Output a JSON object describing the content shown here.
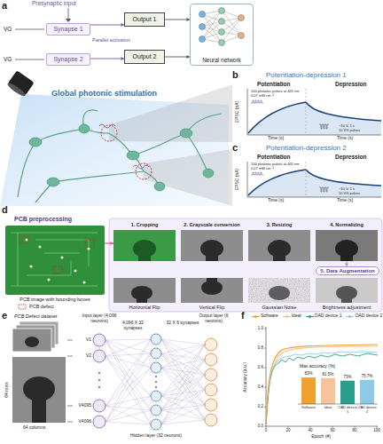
{
  "diagram": {
    "nodes": [
      {
        "text": [
          "Synapse 1"
        ]
      },
      {
        "text": [
          "Synapse 2"
        ]
      },
      {
        "text": [
          "Output 1"
        ]
      },
      {
        "text": [
          "Output 2"
        ]
      },
      {
        "text": [
          "Neural network"
        ]
      },
      {
        "text": [
          "PCB image with bounding boxes"
        ]
      },
      {
        "text": [
          "1. Cropping"
        ]
      },
      {
        "text": [
          "2. Grayscale conversion"
        ]
      },
      {
        "text": [
          "3. Resizing"
        ]
      },
      {
        "text": [
          "4. Normalizing"
        ]
      },
      {
        "text": [
          "5. Data Augmentation"
        ]
      },
      {
        "text": [
          "Horizontal Flip"
        ]
      },
      {
        "text": [
          "Vertical Flip"
        ]
      },
      {
        "text": [
          "Gaussian Noise"
        ]
      },
      {
        "text": [
          "Brightness adjustment"
        ]
      }
    ],
    "edges": [
      {
        "from": 0,
        "to": 2,
        "arrow": "to"
      },
      {
        "from": 1,
        "to": 3,
        "arrow": "to"
      },
      {
        "from": 2,
        "to": 4,
        "arrow": "to"
      },
      {
        "from": 3,
        "to": 4,
        "arrow": "to"
      },
      {
        "from": 5,
        "to": 6,
        "arrow": "to"
      },
      {
        "from": 9,
        "to": 10,
        "arrow": "to"
      }
    ],
    "labels": [
      "a",
      "Presynaptic input",
      "VG",
      "VG",
      "Parallel activation",
      "Global photonic stimulation",
      "b",
      "Potentiation-depression 1",
      "Potentiation",
      "Depression",
      "100 photonic pulses at 405 nm",
      "0.07 mW cm⁻²",
      "−10 V, 1 s",
      "10 VG pulses",
      "EPSC (nA)",
      "Time (s)",
      "Time (s)",
      "c",
      "Potentiation-depression 2",
      "Potentiation",
      "Depression",
      "100 photonic pulses at 405 nm",
      "0.07 mW cm⁻²",
      "−10 V, 1 s",
      "10 VG pulses",
      "EPSC (nA)",
      "Time (s)",
      "Time (s)",
      "d",
      "PCB preprocessing",
      "e",
      "PCB Defect dataset",
      "64 rows",
      "64 columns",
      "Input layer (4,096 neurons)",
      "4,096 X 32 synapses",
      "32 X 6 synapses",
      "Output layer (6 neurons)",
      "Hidden layer (32 neurons)",
      "V1",
      "V2",
      "V4095",
      "V4096",
      "f",
      "Accuracy (a.u.)",
      "Epoch (#)",
      "0",
      "20",
      "40",
      "60",
      "80",
      "100",
      "0.0",
      "0.2",
      "0.4",
      "0.6",
      "0.8",
      "1.0",
      "Max accuracy (%)",
      "83%",
      "81.5%",
      "73%",
      "75.7%",
      "Software",
      "Ideal",
      "OAD device 1",
      "OAD device 2"
    ],
    "legend": [
      {
        "text": "PCB defect"
      },
      {
        "text": "Software"
      },
      {
        "text": "Ideal"
      },
      {
        "text": "OAD device 1"
      },
      {
        "text": "OAD device 2"
      }
    ]
  }
}
